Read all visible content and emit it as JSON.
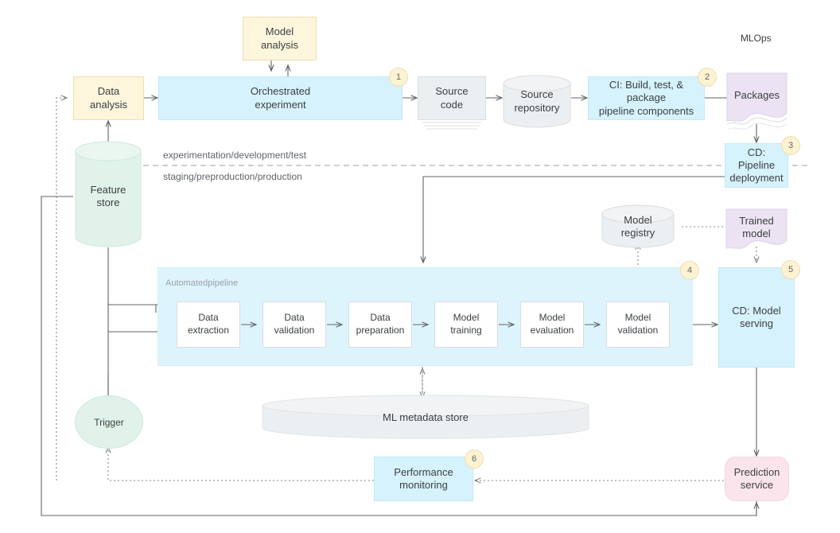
{
  "diagram": {
    "title": "MLOps",
    "zone_labels": {
      "top": "experimentation/development/test",
      "bottom": "staging/preproduction/production"
    },
    "nodes": {
      "model_analysis": "Model\nanalysis",
      "data_analysis": "Data\nanalysis",
      "orchestrated_experiment": "Orchestrated\nexperiment",
      "source_code": "Source\ncode",
      "source_repository": "Source\nrepository",
      "ci_build": "CI: Build, test, & package\npipeline components",
      "packages": "Packages",
      "cd_pipeline_deployment": "CD: Pipeline\ndeployment",
      "feature_store": "Feature\nstore",
      "model_registry": "Model\nregistry",
      "trained_model": "Trained\nmodel",
      "cd_model_serving": "CD: Model\nserving",
      "ml_metadata_store": "ML metadata store",
      "trigger": "Trigger",
      "performance_monitoring": "Performance\nmonitoring",
      "prediction_service": "Prediction\nservice"
    },
    "pipeline": {
      "label": "Automatedpipeline",
      "stages": [
        "Data\nextraction",
        "Data\nvalidation",
        "Data\npreparation",
        "Model\ntraining",
        "Model\nevaluation",
        "Model\nvalidation"
      ]
    },
    "badges": [
      {
        "n": "1"
      },
      {
        "n": "2"
      },
      {
        "n": "3"
      },
      {
        "n": "4"
      },
      {
        "n": "5"
      },
      {
        "n": "6"
      }
    ],
    "colors": {
      "yellow": "#fdf5dc",
      "blue": "#d6f2fd",
      "pipeline_blue": "#ddf4fd",
      "grey": "#eceff1",
      "purple": "#ebe3f3",
      "pink": "#fbe4ec",
      "mint": "#e0f2e9",
      "badge": "#fdf3d2",
      "stroke": "#5f6368",
      "text": "#3c4043"
    }
  }
}
